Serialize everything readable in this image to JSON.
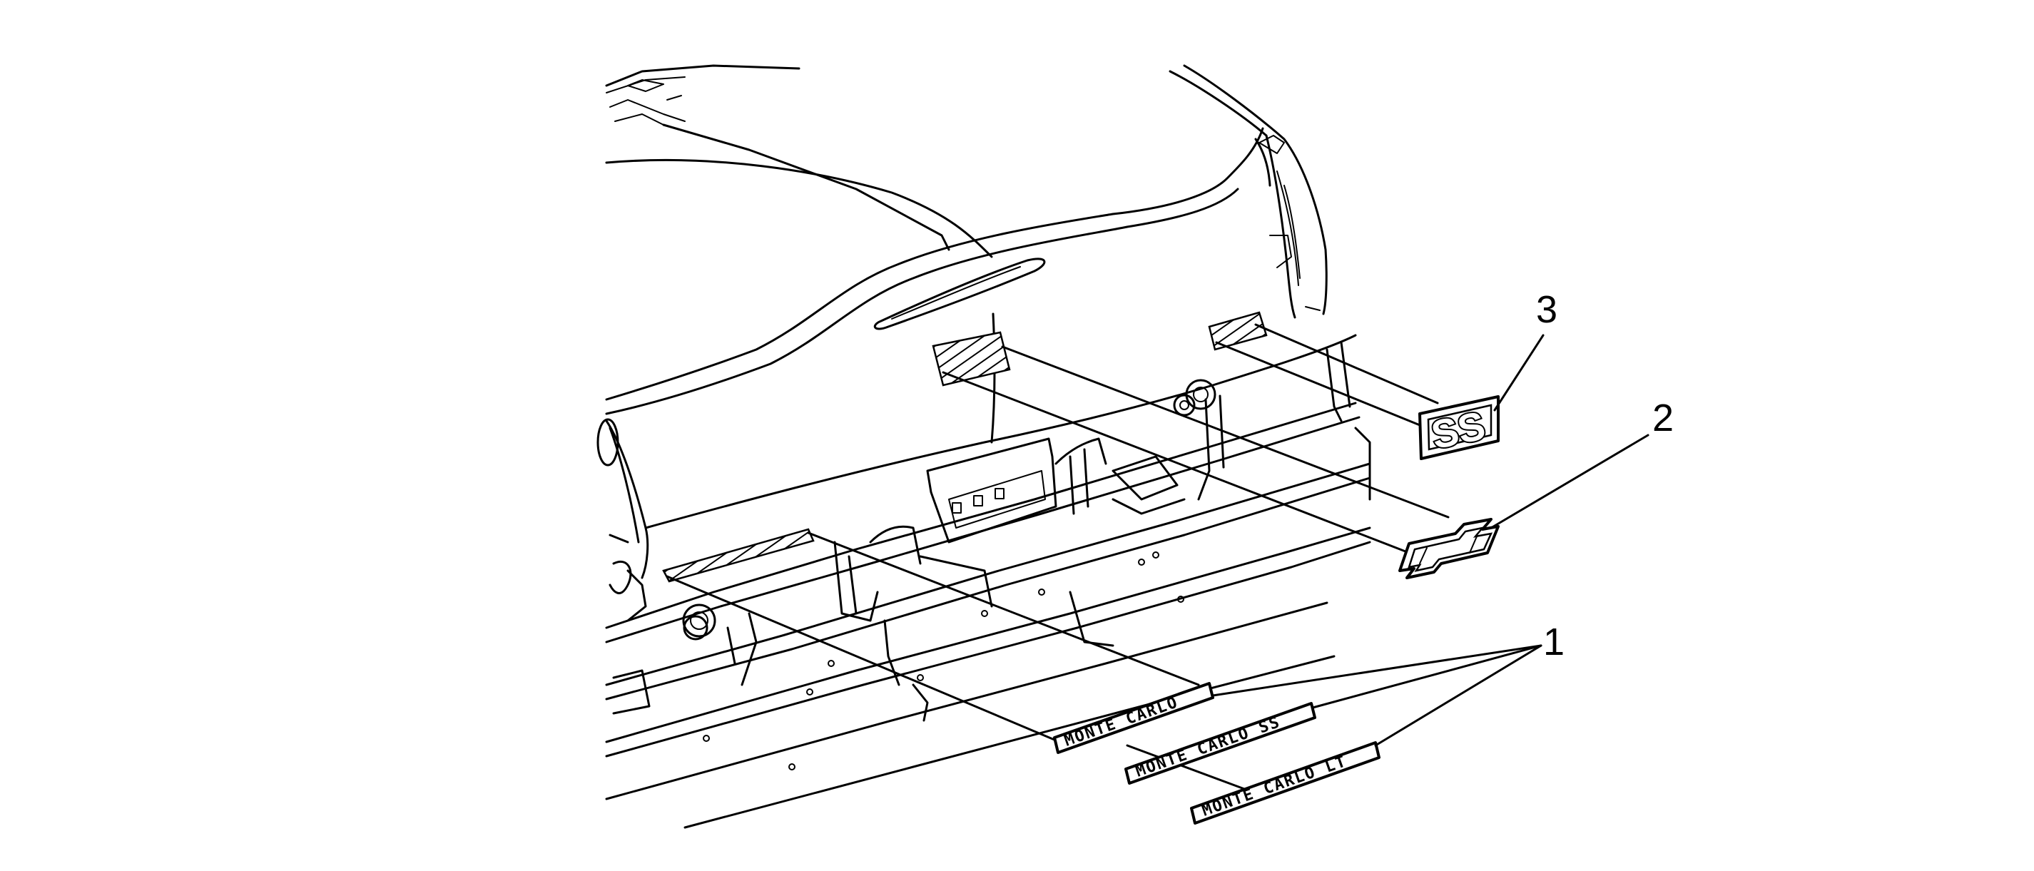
{
  "callouts": {
    "c1": "1",
    "c2": "2",
    "c3": "3"
  },
  "emblems": {
    "ss": "SS",
    "nameplate_1": "MONTE CARLO",
    "nameplate_2": "MONTE CARLO SS",
    "nameplate_3": "MONTE CARLO LT"
  },
  "parts": {
    "bowtie": "bowtie-emblem",
    "ss": "ss-emblem",
    "nameplates": "monte-carlo-nameplates"
  }
}
